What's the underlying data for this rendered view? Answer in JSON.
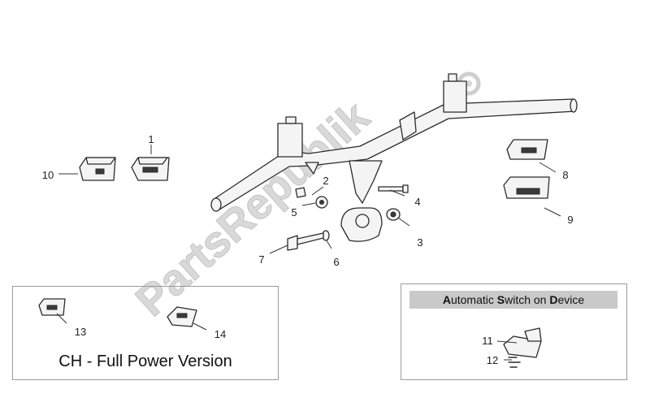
{
  "watermark": "PartsRepublik",
  "part_labels": [
    "1",
    "2",
    "3",
    "4",
    "5",
    "6",
    "7",
    "8",
    "9",
    "10",
    "11",
    "12",
    "13",
    "14"
  ],
  "ch_box": {
    "title": "CH - Full Power Version"
  },
  "auto_box": {
    "title_segments": [
      {
        "cap": "A",
        "rest": "utomatic "
      },
      {
        "cap": "S",
        "rest": "witch on "
      },
      {
        "cap": "D",
        "rest": "evice"
      }
    ]
  }
}
